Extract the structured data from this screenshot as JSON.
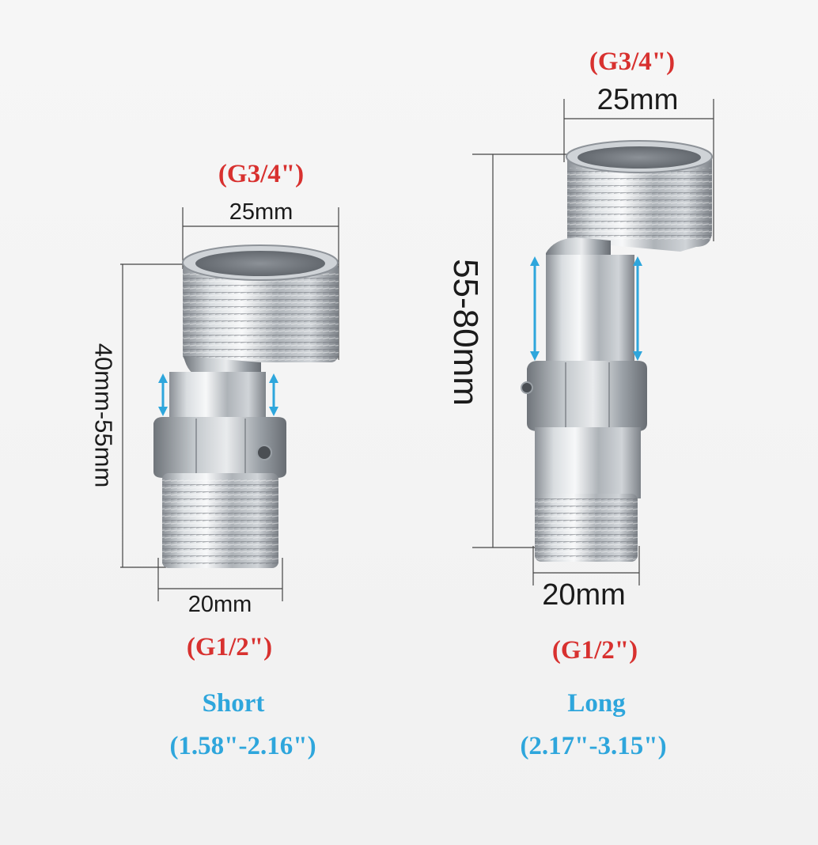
{
  "short": {
    "top_thread": "(G3/4\")",
    "top_width": "25mm",
    "height_range": "40mm-55mm",
    "bottom_width": "20mm",
    "bottom_thread": "(G1/2\")",
    "name": "Short",
    "inches": "(1.58\"-2.16\")"
  },
  "long": {
    "top_thread": "(G3/4\")",
    "top_width": "25mm",
    "height_range": "55-80mm",
    "bottom_width": "20mm",
    "bottom_thread": "(G1/2\")",
    "name": "Long",
    "inches": "(2.17\"-3.15\")"
  },
  "colors": {
    "thread_label": "#d8312f",
    "size_label": "#2ea6dc",
    "arrow": "#2ea6dc",
    "metal": "#b9bec3"
  }
}
